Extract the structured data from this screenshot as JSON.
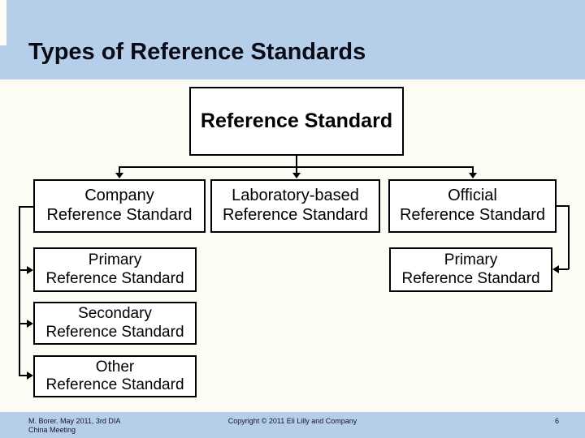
{
  "slide": {
    "title": "Types of Reference Standards"
  },
  "diagram": {
    "boxes": {
      "root": {
        "line1": "Reference Standard"
      },
      "company": {
        "line1": "Company",
        "line2": "Reference Standard"
      },
      "laboratory": {
        "line1": "Laboratory-based",
        "line2": "Reference Standard"
      },
      "official": {
        "line1": "Official",
        "line2": "Reference Standard"
      },
      "primary_left": {
        "line1": "Primary",
        "line2": "Reference Standard"
      },
      "secondary": {
        "line1": "Secondary",
        "line2": "Reference Standard"
      },
      "other": {
        "line1": "Other",
        "line2": "Reference Standard"
      },
      "primary_right": {
        "line1": "Primary",
        "line2": "Reference Standard"
      }
    }
  },
  "footer": {
    "author_line1": "M. Borer. May 2011, 3rd DIA",
    "author_line2": "China Meeting",
    "copyright": "Copyright © 2011 Eli Lilly and Company",
    "page_number": "6"
  },
  "colors": {
    "band_blue": "#b5cfea",
    "box_border": "#000000",
    "title_text": "#0b0b15"
  }
}
